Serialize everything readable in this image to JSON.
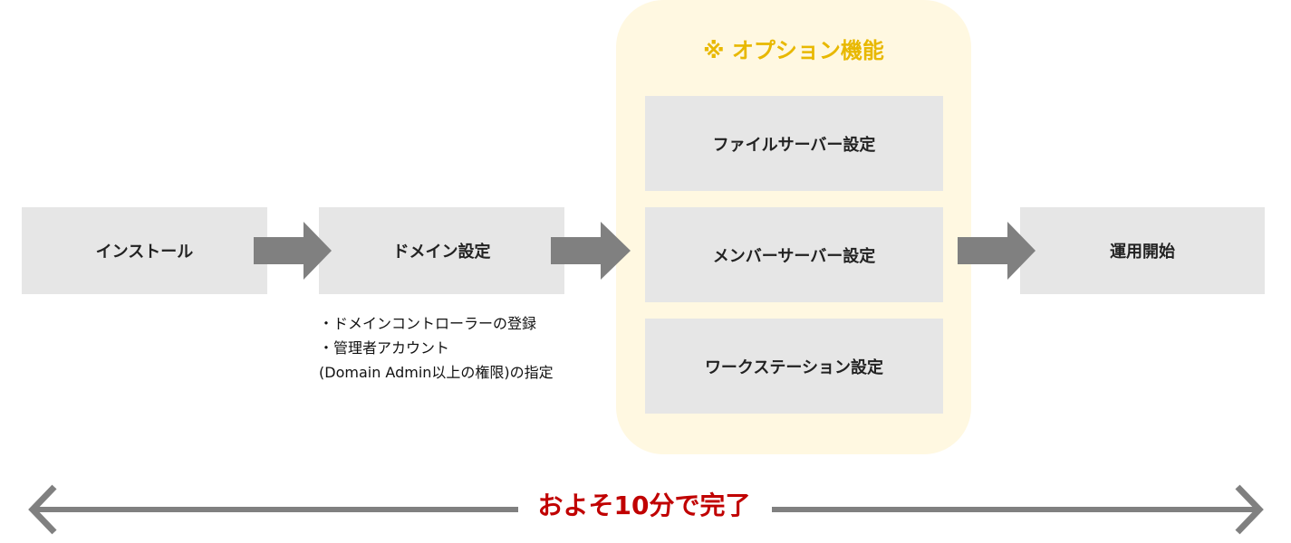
{
  "steps": {
    "install": "インストール",
    "domain": "ドメイン設定",
    "start": "運用開始"
  },
  "options": {
    "title": "※ オプション機能",
    "items": [
      "ファイルサーバー設定",
      "メンバーサーバー設定",
      "ワークステーション設定"
    ]
  },
  "notes": [
    "・ドメインコントローラーの登録",
    "・管理者アカウント",
    "(Domain Admin以上の権限)の指定"
  ],
  "total": "およそ10分で完了",
  "colors": {
    "box": "#e6e6e6",
    "panel": "#fff8e1",
    "title": "#e8b800",
    "total": "#c00000",
    "arrow": "#808080"
  }
}
